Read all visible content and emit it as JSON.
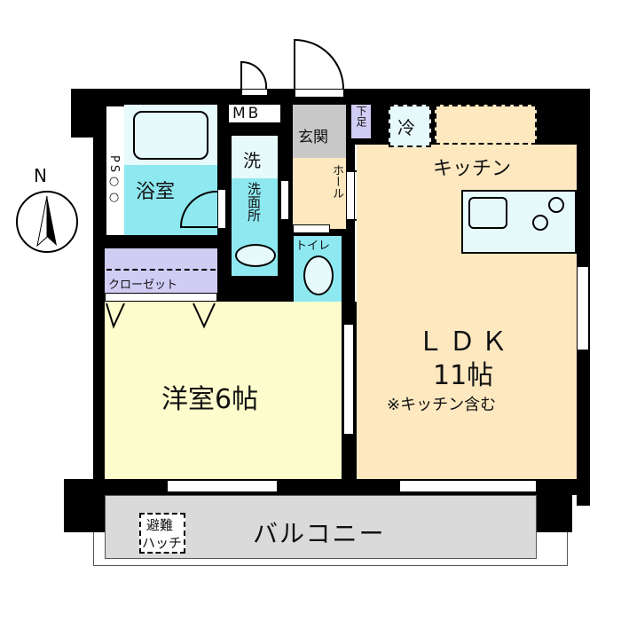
{
  "compass": {
    "north": "N"
  },
  "rooms": {
    "ps": "PS○○",
    "mb": "MB",
    "bath": "浴室",
    "wash": "洗",
    "washroom": "洗面所",
    "entrance": "玄関",
    "shoe": "下足",
    "hall": "ホール",
    "toilet": "トイレ",
    "closet": "クローゼット",
    "fridge": "冷",
    "kitchen": "キッチン",
    "ldk_name": "ＬＤＫ",
    "ldk_size": "11帖",
    "ldk_note": "※キッチン含む",
    "western": "洋室6帖",
    "balcony": "バルコニー",
    "hatch_1": "避難",
    "hatch_2": "ハッチ"
  },
  "colors": {
    "bath": "#8ee8f0",
    "light_blue": "#e6f9fb",
    "lavender": "#d0ccf4",
    "gray": "#c8c8c8",
    "beige": "#fde8c0",
    "yellow": "#fcfccc",
    "balcony": "#dadada"
  }
}
